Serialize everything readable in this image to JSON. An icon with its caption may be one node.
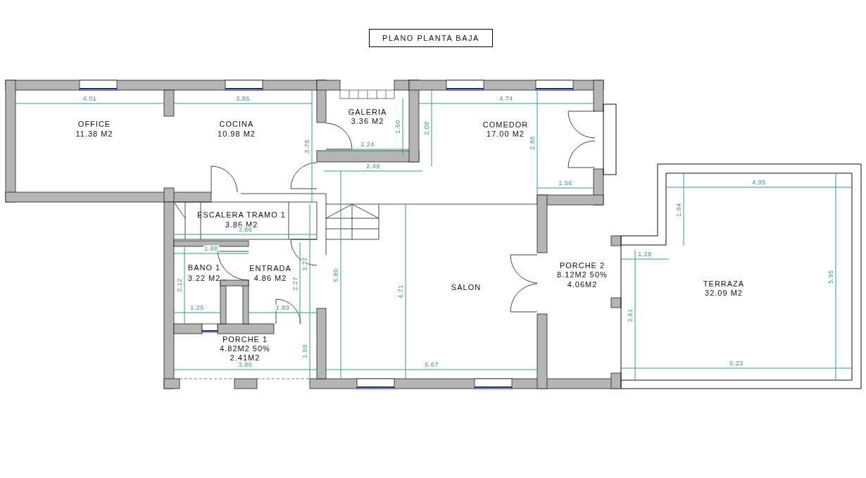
{
  "diagram": {
    "title": "PLANO PLANTA BAJA",
    "labels": [
      "4.01",
      "3.86",
      "4.74",
      "GALERIA",
      "3.36 M2",
      "OFFICE",
      "11.38 M2",
      "COCINA",
      "10.98 M2",
      "COMEDOR",
      "17.00 M2",
      "1.50",
      "2.08",
      "3.78",
      "2.86",
      "2.24",
      "2.49",
      "4.95",
      "1.56",
      "1.94",
      "ESCALERA TRAMO 1",
      "3.86 M2",
      "3.86",
      "1.88",
      "1.28",
      "3.27",
      "PORCHE 2",
      "BANO 1",
      "ENTRADA",
      "5.80",
      "8.12M2 50%",
      "3.22 M2",
      "4.86 M2",
      "2.27",
      "2.12",
      "5.95",
      "TERRAZA",
      "4.06M2",
      "SALON",
      "32.09 M2",
      "4.71",
      "1.25",
      "1.83",
      "3.61",
      "PORCHE 1",
      "4.82M2 50%",
      "1.50",
      "2.41M2",
      "6.23",
      "5.67",
      "3.86"
    ]
  }
}
